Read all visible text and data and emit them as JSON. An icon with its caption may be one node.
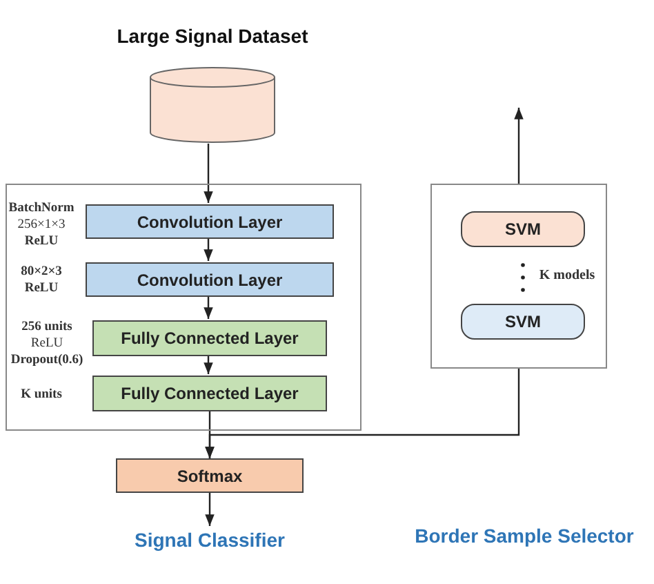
{
  "diagram": {
    "nodes": [
      {
        "text": [
          "Large Signal Dataset"
        ]
      },
      {
        "text": [],
        "shape": "box"
      },
      {
        "text": [
          "Convolution Layer"
        ],
        "in": 1,
        "beside": [
          "BatchNorm",
          "256×1×3",
          "ReLU"
        ]
      },
      {
        "text": [
          "Convolution Layer"
        ],
        "in": 1,
        "beside": [
          "80×2×3",
          "ReLU"
        ]
      },
      {
        "text": [
          "Fully Connected Layer"
        ],
        "in": 1,
        "beside": [
          "256 units",
          "ReLU",
          "Dropout(0.6)"
        ]
      },
      {
        "text": [
          "Fully Connected Layer"
        ],
        "in": 1,
        "beside": [
          "K units"
        ]
      },
      {
        "text": [
          "Softmax"
        ]
      },
      {
        "text": [],
        "shape": "box"
      },
      {
        "text": [
          "SVM"
        ],
        "in": 7
      },
      {
        "text": [
          "SVM"
        ],
        "in": 7
      },
      {
        "text": [
          "Signal Classifier"
        ]
      }
    ],
    "edges": [
      {
        "from": 0,
        "to": 2,
        "arrow": "to"
      },
      {
        "from": 2,
        "to": 3,
        "arrow": "to"
      },
      {
        "from": 3,
        "to": 4,
        "arrow": "to"
      },
      {
        "from": 4,
        "to": 5,
        "arrow": "to"
      },
      {
        "from": 5,
        "to": 6,
        "arrow": "to"
      },
      {
        "from": 7,
        "to": 6,
        "arrow": "to"
      },
      {
        "from": 6,
        "to": 10,
        "arrow": "to"
      },
      {
        "from": 7,
        "to": null,
        "arrow": "to"
      }
    ],
    "labels": [
      "K models",
      "Border Sample Selector"
    ]
  }
}
